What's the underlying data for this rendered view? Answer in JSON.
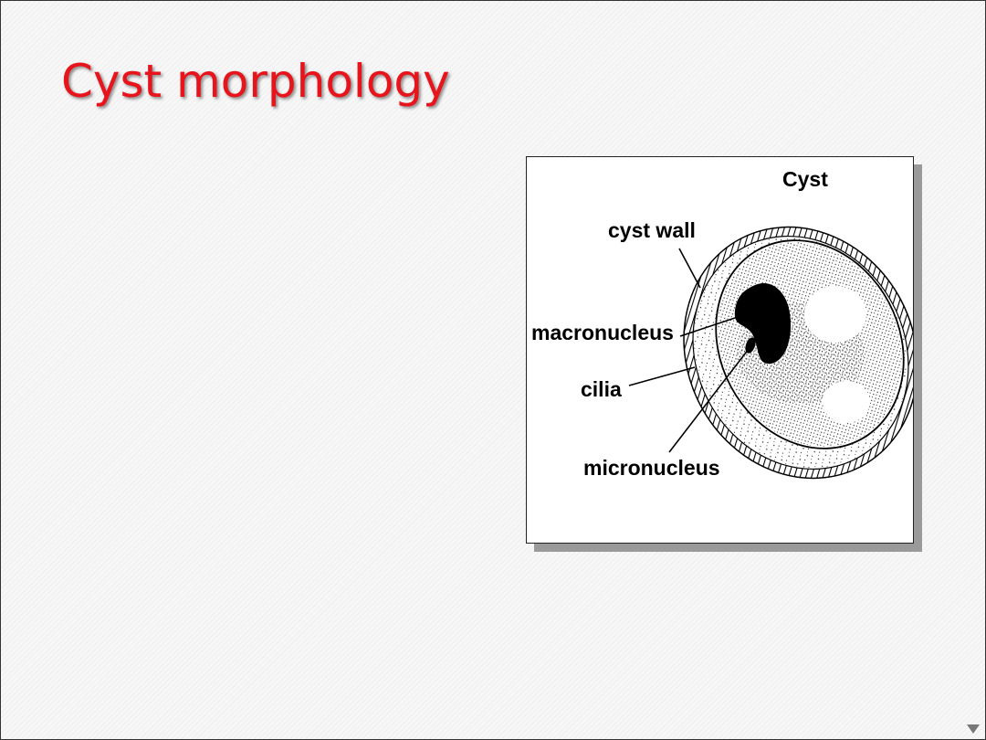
{
  "slide": {
    "title": "Cyst morphology"
  },
  "figure": {
    "heading": "Cyst",
    "labels": {
      "cyst_wall": "cyst wall",
      "macronucleus": "macronucleus",
      "cilia": "cilia",
      "micronucleus": "micronucleus"
    }
  },
  "colors": {
    "title": "#e8141b",
    "background": "#f7f7f7"
  }
}
